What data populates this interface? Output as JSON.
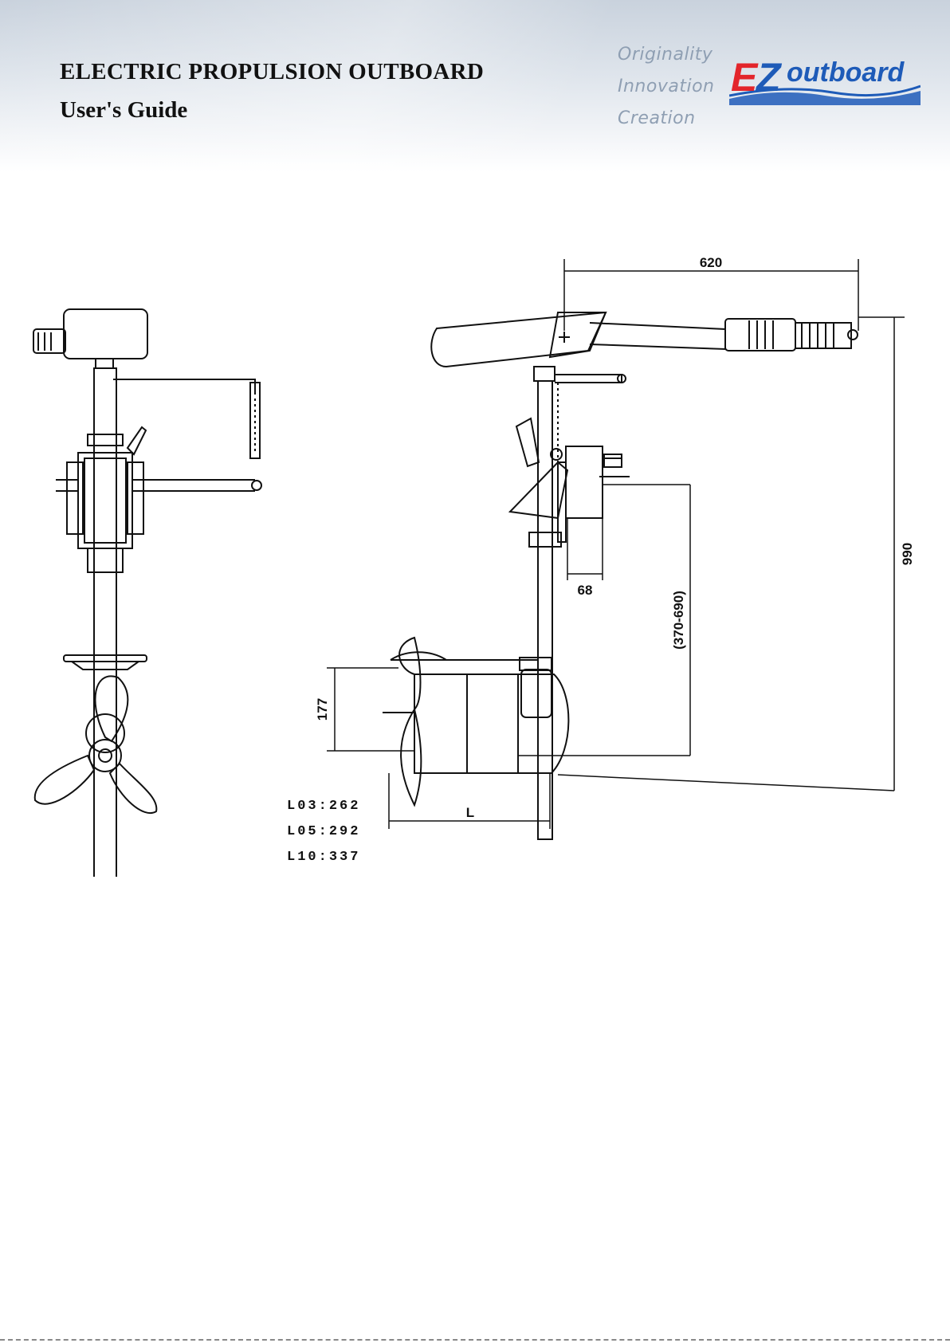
{
  "header": {
    "title": "ELECTRIC PROPULSION OUTBOARD",
    "subtitle": "User's Guide",
    "taglines": [
      "Originality",
      "Innovation",
      "Creation"
    ],
    "logo_text": [
      "E",
      "Z",
      "outboard"
    ],
    "colors": {
      "logo_red": "#e3252b",
      "logo_blue": "#1e5bb8",
      "tagline": "#8f9fb3"
    }
  },
  "drawing": {
    "dimensions": {
      "tiller_length": "620",
      "overall_height": "990",
      "clamp_width": "68",
      "shaft_range": "(370-690)",
      "motor_height": "177",
      "motor_length": "L"
    },
    "lengths": [
      {
        "model": "L03",
        "value": "262"
      },
      {
        "model": "L05",
        "value": "292"
      },
      {
        "model": "L10",
        "value": "337"
      }
    ]
  }
}
